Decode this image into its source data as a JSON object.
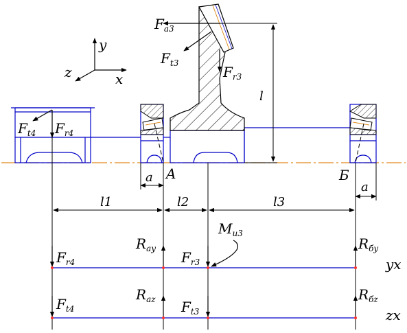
{
  "axes": {
    "y": "y",
    "x": "x",
    "z": "z"
  },
  "forces_top": {
    "fa3": {
      "main": "F",
      "sub": "a3"
    },
    "ft3": {
      "main": "F",
      "sub": "t3"
    },
    "fr3": {
      "main": "F",
      "sub": "r3"
    },
    "ft4": {
      "main": "F",
      "sub": "t4"
    },
    "fr4": {
      "main": "F",
      "sub": "r4"
    }
  },
  "dimensions": {
    "l": "l",
    "a_left": "a",
    "a_right": "a",
    "l1": "l1",
    "l2": "l2",
    "l3": "l3"
  },
  "supports": {
    "A": "A",
    "B": "Б"
  },
  "plane_yx": {
    "plane_label": "yx",
    "fr4": {
      "main": "F",
      "sub": "r4"
    },
    "ray": {
      "main": "R",
      "sub": "ay"
    },
    "fr3": {
      "main": "F",
      "sub": "r3"
    },
    "mu3": {
      "main": "M",
      "sub": "u3"
    },
    "rby": {
      "main": "R",
      "sub": "бy"
    }
  },
  "plane_zx": {
    "plane_label": "zx",
    "ft4": {
      "main": "F",
      "sub": "t4"
    },
    "raz": {
      "main": "R",
      "sub": "az"
    },
    "ft3": {
      "main": "F",
      "sub": "t3"
    },
    "rbz": {
      "main": "R",
      "sub": "бz"
    }
  },
  "colors": {
    "outline": "#0000c8",
    "centerline": "#e08a1e",
    "hatch": "#000000",
    "text": "#000000",
    "node": "#ff3030"
  }
}
